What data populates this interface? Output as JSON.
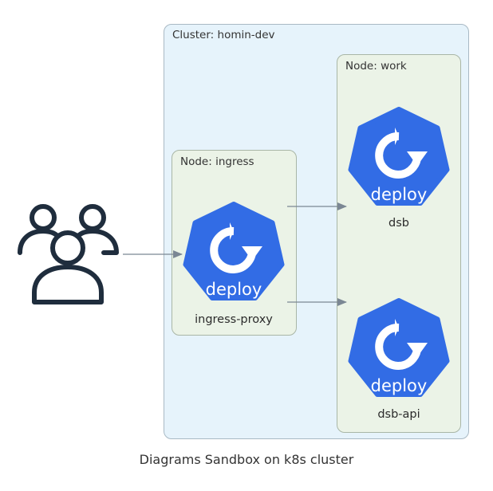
{
  "cluster": {
    "label": "Cluster: homin-dev"
  },
  "nodes": {
    "ingress": {
      "label": "Node: ingress"
    },
    "work": {
      "label": "Node: work"
    }
  },
  "deployments": {
    "ingress_proxy": {
      "badge": "deploy",
      "name": "ingress-proxy",
      "icon": "k8s-deploy-icon"
    },
    "dsb": {
      "badge": "deploy",
      "name": "dsb",
      "icon": "k8s-deploy-icon"
    },
    "dsb_api": {
      "badge": "deploy",
      "name": "dsb-api",
      "icon": "k8s-deploy-icon"
    }
  },
  "users": {
    "icon": "users-icon"
  },
  "caption": "Diagrams Sandbox on k8s cluster",
  "colors": {
    "k8s_blue": "#326ce5",
    "cluster_bg": "#e6f3fb",
    "node_bg": "#ebf3e7",
    "edge": "#7b8794"
  }
}
